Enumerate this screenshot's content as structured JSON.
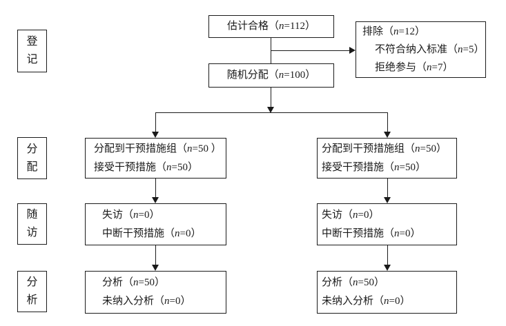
{
  "diagram": {
    "title_hidden": "",
    "line_color": "#1a1a1a",
    "background": "#ffffff"
  },
  "stages": [
    {
      "label": "登记"
    },
    {
      "label": "分配"
    },
    {
      "label": "随访"
    },
    {
      "label": "分析"
    }
  ],
  "top": {
    "eligible": "估计合格（n=112）",
    "randomized": "随机分配（n=100）",
    "excluded": {
      "line1": "排除（n=12）",
      "line2": "不符合纳入标准（n=5）",
      "line3": "拒绝参与（n=7）"
    }
  },
  "columns": {
    "left": {
      "allocation": [
        "分配到干预措施组（n=50 ）",
        "接受干预措施（n=50）"
      ],
      "followup": [
        "失访（n=0）",
        "中断干预措施（n=0）"
      ],
      "analysis": [
        "分析（n=50）",
        "未纳入分析（n=0）"
      ]
    },
    "right": {
      "allocation": [
        "分配到干预措施组（n=50）",
        "接受干预措施（n=50）"
      ],
      "followup": [
        "失访（n=0）",
        "中断干预措施（n=0）"
      ],
      "analysis": [
        "分析（n=50）",
        "未纳入分析（n=0）"
      ]
    }
  }
}
